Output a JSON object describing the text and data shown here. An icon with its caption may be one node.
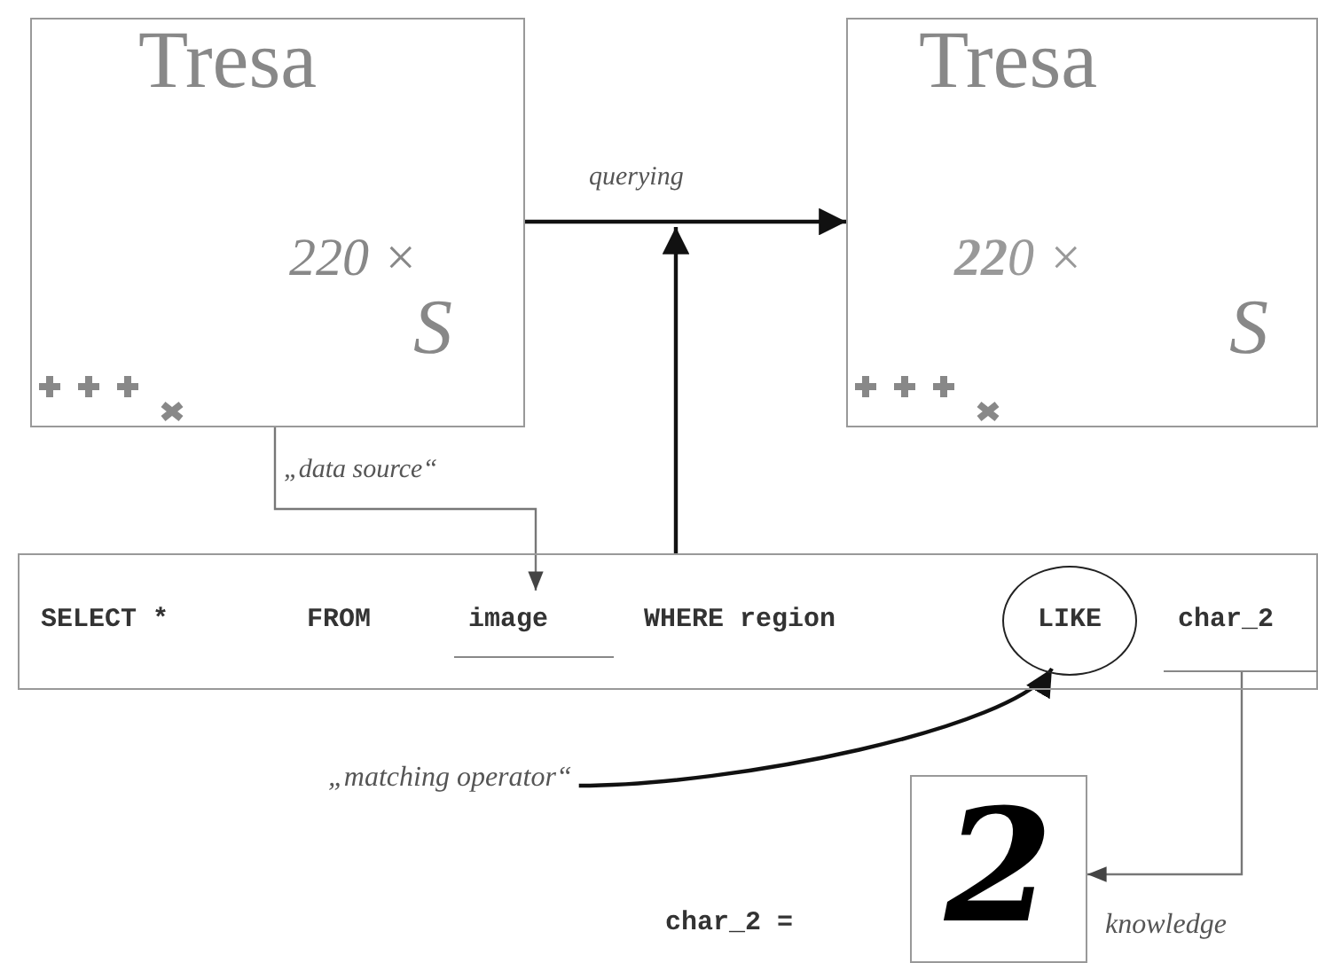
{
  "diagram": {
    "nodes": [
      {
        "text": [
          "Tresa",
          "220 ×",
          "S"
        ]
      },
      {
        "text": [
          "Tresa",
          "**22**0 ×",
          "S"
        ]
      },
      {
        "text": [
          "SELECT *",
          "FROM",
          "WHERE region"
        ]
      },
      {
        "text": [
          "image"
        ],
        "in": 2
      },
      {
        "text": [
          "LIKE"
        ],
        "in": 2
      },
      {
        "text": [
          "char_2"
        ],
        "in": 2
      },
      {
        "text": [
          "„matching operator“"
        ]
      },
      {
        "text": [
          "2"
        ],
        "beside": [
          "knowledge"
        ]
      }
    ],
    "edges": [
      {
        "from": 0,
        "to": 1,
        "arrow": "to",
        "label": "querying"
      },
      {
        "from": 2,
        "to": null,
        "arrow": "to"
      },
      {
        "from": 0,
        "to": 3,
        "arrow": "to",
        "label": "„data source“",
        "color": "#777777"
      },
      {
        "from": 6,
        "to": 4,
        "arrow": "to"
      },
      {
        "from": 5,
        "to": 7,
        "arrow": "to",
        "color": "#777777"
      }
    ],
    "labels": [
      "char_2 ="
    ]
  }
}
